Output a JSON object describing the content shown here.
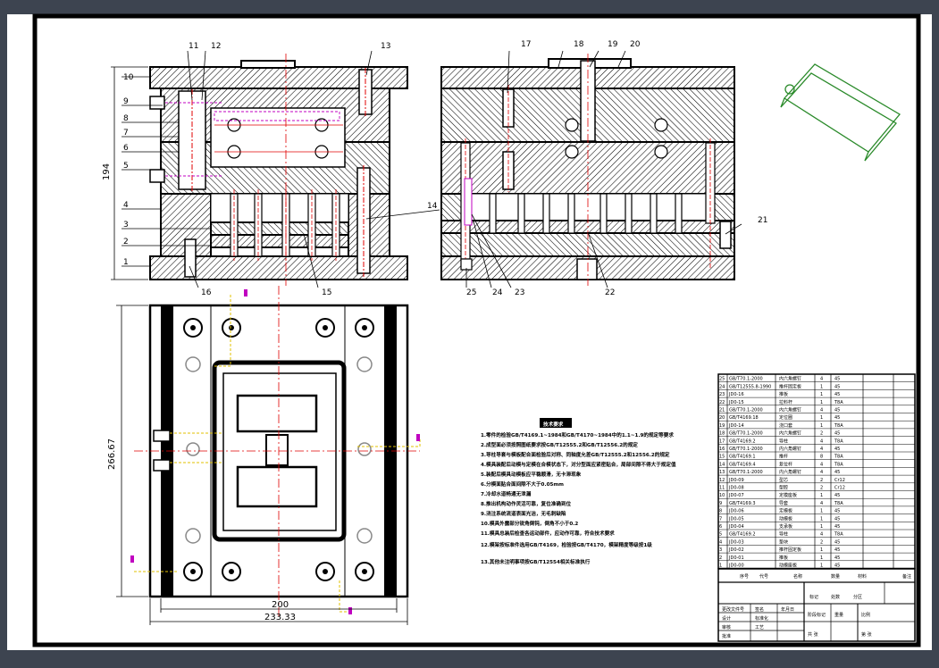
{
  "drawing": {
    "part_numbers_top": [
      "11",
      "12",
      "13",
      "17",
      "18",
      "19",
      "20"
    ],
    "part_numbers_left": [
      "10",
      "9",
      "8",
      "7",
      "6",
      "5",
      "4",
      "3",
      "2",
      "1"
    ],
    "part_numbers_right": [
      "14",
      "21"
    ],
    "part_numbers_bottom": [
      "16",
      "15",
      "25",
      "24",
      "23",
      "22"
    ],
    "dimensions": {
      "height": "194",
      "plate_height": "266.67",
      "inner_width": "200",
      "outer_width": "233.33"
    },
    "notes_title": "技术要求",
    "notes": [
      "1.零件的检验GB/T4169.1~1984和GB/T4170~1984中的1.1~1.9的规定等要求",
      "2.成型面必须按照图纸要求按GB/T12555.2和GB/T12556.2的规定",
      "3.导柱导套与模板配合面检验后对称、同轴度允差GB/T12555.2和12556.2的规定",
      "4.模具装配后动模与定模在合模状态下，对分型面应紧密贴合，局部间隙不得大于规定值",
      "5.装配后模具动模板应平稳顺滑，无卡滞现象",
      "6.分模面贴合面间隙不大于0.05mm",
      "7.冷却水道畅通无泄漏",
      "8.推出机构动作灵活可靠，复位准确到位",
      "9.浇注系统流道表面光洁，无毛刺缺陷",
      "10.模具外露部分锐角倒钝，倒角不小于0.2",
      "11.模具总装后检查各运动部件，应动作可靠，符合技术要求",
      "12.模架按标准件选用GB/T4169，检验按GB/T4170，模架精度等级按1级",
      "13.其他未注明事项按GB/T12554相关标准执行"
    ],
    "bom_rows": [
      [
        "25",
        "GB/T70.1-2000",
        "内六角螺钉",
        "4",
        "45"
      ],
      [
        "24",
        "GB/T12555.8-1990",
        "推杆固定板",
        "1",
        "45"
      ],
      [
        "23",
        "JD0-16",
        "推板",
        "1",
        "45"
      ],
      [
        "22",
        "JD0-15",
        "拉料杆",
        "1",
        "T8A"
      ],
      [
        "21",
        "GB/T70.1-2000",
        "内六角螺钉",
        "4",
        "45"
      ],
      [
        "20",
        "GB/T4169.18",
        "定位圈",
        "1",
        "45"
      ],
      [
        "19",
        "JD0-14",
        "浇口套",
        "1",
        "T8A"
      ],
      [
        "18",
        "GB/T70.1-2000",
        "内六角螺钉",
        "2",
        "45"
      ],
      [
        "17",
        "GB/T4169.2",
        "导柱",
        "4",
        "T8A"
      ],
      [
        "16",
        "GB/T70.1-2000",
        "内六角螺钉",
        "4",
        "45"
      ],
      [
        "15",
        "GB/T4169.1",
        "推杆",
        "8",
        "T8A"
      ],
      [
        "14",
        "GB/T4169.4",
        "复位杆",
        "4",
        "T8A"
      ],
      [
        "13",
        "GB/T70.1-2000",
        "内六角螺钉",
        "4",
        "45"
      ],
      [
        "12",
        "JD0-09",
        "型芯",
        "2",
        "Cr12"
      ],
      [
        "11",
        "JD0-08",
        "型腔",
        "2",
        "Cr12"
      ],
      [
        "10",
        "JD0-07",
        "定模座板",
        "1",
        "45"
      ],
      [
        "9",
        "GB/T4169.3",
        "导套",
        "4",
        "T8A"
      ],
      [
        "8",
        "JD0-06",
        "定模板",
        "1",
        "45"
      ],
      [
        "7",
        "JD0-05",
        "动模板",
        "1",
        "45"
      ],
      [
        "6",
        "JD0-04",
        "支承板",
        "1",
        "45"
      ],
      [
        "5",
        "GB/T4169.2",
        "导柱",
        "4",
        "T8A"
      ],
      [
        "4",
        "JD0-03",
        "垫块",
        "2",
        "45"
      ],
      [
        "3",
        "JD0-02",
        "推杆固定板",
        "1",
        "45"
      ],
      [
        "2",
        "JD0-01",
        "推板",
        "1",
        "45"
      ],
      [
        "1",
        "JD0-00",
        "动模座板",
        "1",
        "45"
      ]
    ],
    "title_block": {
      "headers": [
        "序号",
        "代号",
        "名称",
        "数量",
        "材料",
        "备注"
      ],
      "labels": [
        "标记",
        "处数",
        "分区",
        "更改文件号",
        "签名",
        "年月日",
        "设计",
        "标准化",
        "审核",
        "工艺",
        "批准",
        "阶段标记",
        "重量",
        "比例",
        "共 张",
        "第 张"
      ]
    },
    "colors": {
      "line": "#000000",
      "centerline": "#e00000",
      "hidden": "#c000c0",
      "yellow": "#e0c000",
      "iso_green": "#2a8a2a"
    }
  }
}
